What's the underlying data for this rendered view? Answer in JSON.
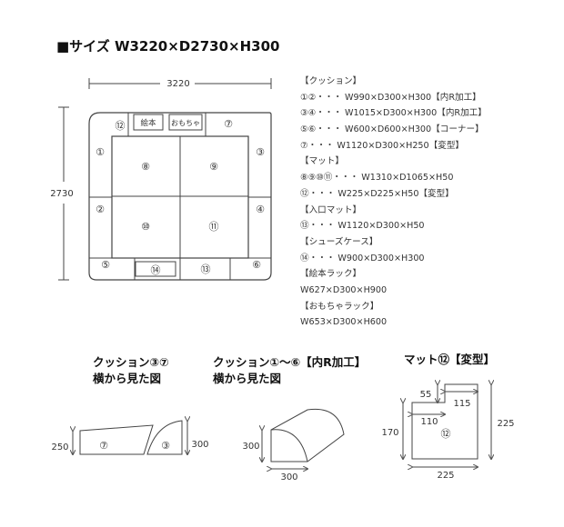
{
  "title": "■サイズ W3220×D2730×H300",
  "plan": {
    "width_label": "3220",
    "depth_label": "2730",
    "pieces": {
      "p1": "①",
      "p2": "②",
      "p3": "③",
      "p4": "④",
      "p5": "⑤",
      "p6": "⑥",
      "p7": "⑦",
      "p8": "⑧",
      "p9": "⑨",
      "p10": "⑩",
      "p11": "⑪",
      "p12": "⑫",
      "p13": "⑬",
      "p14": "⑭"
    },
    "book_rack": "絵本",
    "toy_rack": "おもちゃ"
  },
  "specs": [
    "【クッション】",
    "①②・・・ W990×D300×H300【内R加工】",
    "③④・・・ W1015×D300×H300【内R加工】",
    "⑤⑥・・・ W600×D600×H300【コーナー】",
    "⑦・・・ W1120×D300×H250【変型】",
    "【マット】",
    "⑧⑨⑩⑪・・・ W1310×D1065×H50",
    "⑫・・・ W225×D225×H50【変型】",
    "【入口マット】",
    "⑬・・・ W1120×D300×H50",
    "【シューズケース】",
    "⑭・・・ W900×D300×H300",
    "【絵本ラック】",
    "W627×D300×H900",
    "【おもちゃラック】",
    "W653×D300×H600"
  ],
  "side_a": {
    "caption_line1": "クッション③⑦",
    "caption_line2": "横から見た図",
    "height_left": "250",
    "height_right": "300",
    "label_left": "⑦",
    "label_right": "③"
  },
  "side_b": {
    "caption_line1": "クッション①〜⑥【内R加工】",
    "caption_line2": "横から見た図",
    "height": "300",
    "width": "300"
  },
  "mat12": {
    "caption": "マット⑫【変型】",
    "dim_55": "55",
    "dim_115": "115",
    "dim_110": "110",
    "dim_170": "170",
    "dim_225_right": "225",
    "dim_225_bottom": "225",
    "label": "⑫"
  }
}
